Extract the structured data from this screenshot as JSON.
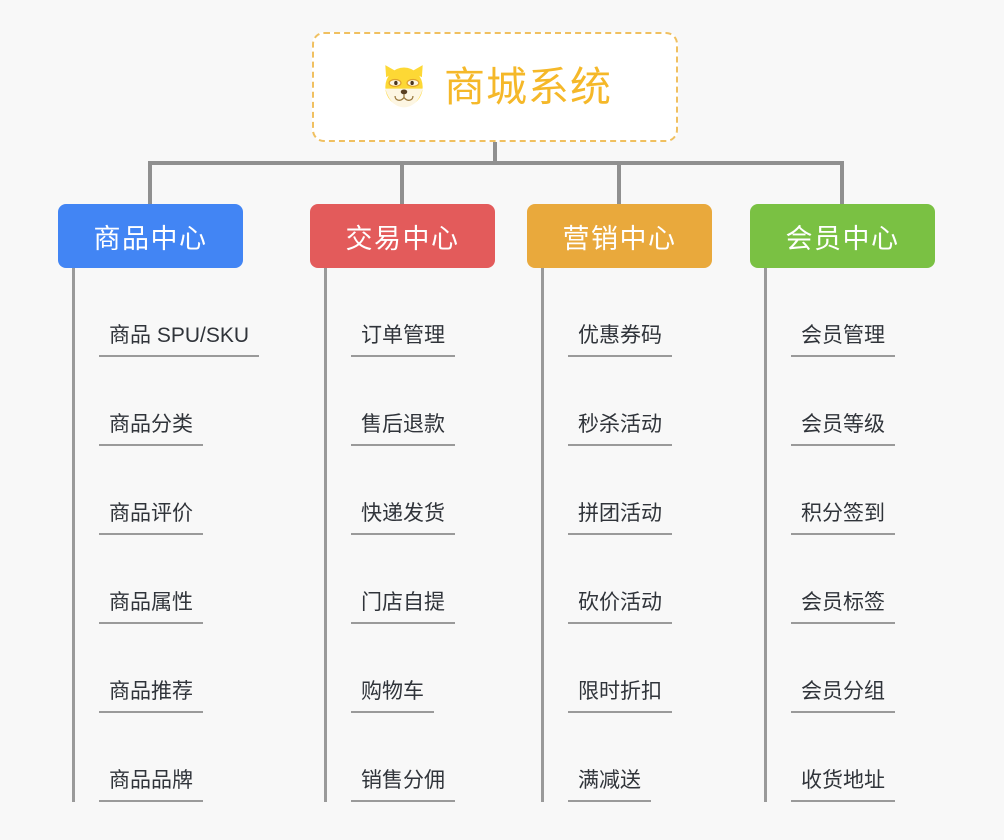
{
  "page": {
    "background_color": "#f8f8f8",
    "diagram_type": "mindmap-org-chart"
  },
  "root": {
    "title": "商城系统",
    "icon_name": "shiba-dog-face-icon",
    "text_color": "#f5b829",
    "border_color": "#f0c060",
    "background_color": "#ffffff"
  },
  "connector": {
    "color": "#909090"
  },
  "categories": [
    {
      "label": "商品中心",
      "color": "#4285f4",
      "items": [
        "商品 SPU/SKU",
        "商品分类",
        "商品评价",
        "商品属性",
        "商品推荐",
        "商品品牌"
      ]
    },
    {
      "label": "交易中心",
      "color": "#e35b5b",
      "items": [
        "订单管理",
        "售后退款",
        "快递发货",
        "门店自提",
        "购物车",
        "销售分佣"
      ]
    },
    {
      "label": "营销中心",
      "color": "#e9a93c",
      "items": [
        "优惠券码",
        "秒杀活动",
        "拼团活动",
        "砍价活动",
        "限时折扣",
        "满减送"
      ]
    },
    {
      "label": "会员中心",
      "color": "#7ac143",
      "items": [
        "会员管理",
        "会员等级",
        "积分签到",
        "会员标签",
        "会员分组",
        "收货地址"
      ]
    }
  ]
}
